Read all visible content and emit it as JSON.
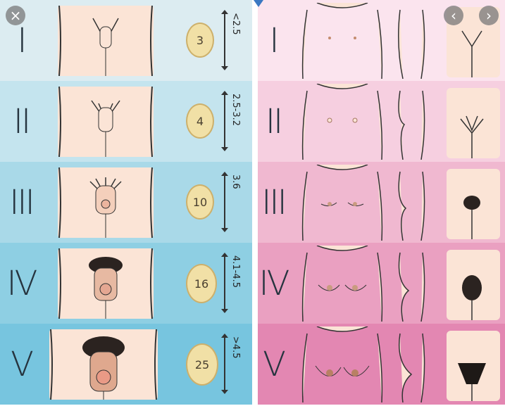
{
  "left_panel": {
    "stages": [
      {
        "roman": "I",
        "volume": "3",
        "length": "<2.5"
      },
      {
        "roman": "II",
        "volume": "4",
        "length": "2.5-3.2"
      },
      {
        "roman": "III",
        "volume": "10",
        "length": "3.6"
      },
      {
        "roman": "IV",
        "volume": "16",
        "length": "4.1-4.5"
      },
      {
        "roman": "V",
        "volume": "25",
        "length": ">4.5"
      }
    ],
    "colors": [
      "#dcecf1",
      "#c4e4ee",
      "#a9d9e8",
      "#8ecfe3",
      "#77c5df"
    ]
  },
  "right_panel": {
    "stages": [
      {
        "roman": "I"
      },
      {
        "roman": "II"
      },
      {
        "roman": "III"
      },
      {
        "roman": "IV"
      },
      {
        "roman": "V"
      }
    ],
    "colors": [
      "#fbe4ee",
      "#f6cfe0",
      "#f0b8d0",
      "#eaa0c1",
      "#e387b2"
    ]
  },
  "controls": {
    "close_icon": "×",
    "prev_icon": "‹",
    "next_icon": "›"
  }
}
